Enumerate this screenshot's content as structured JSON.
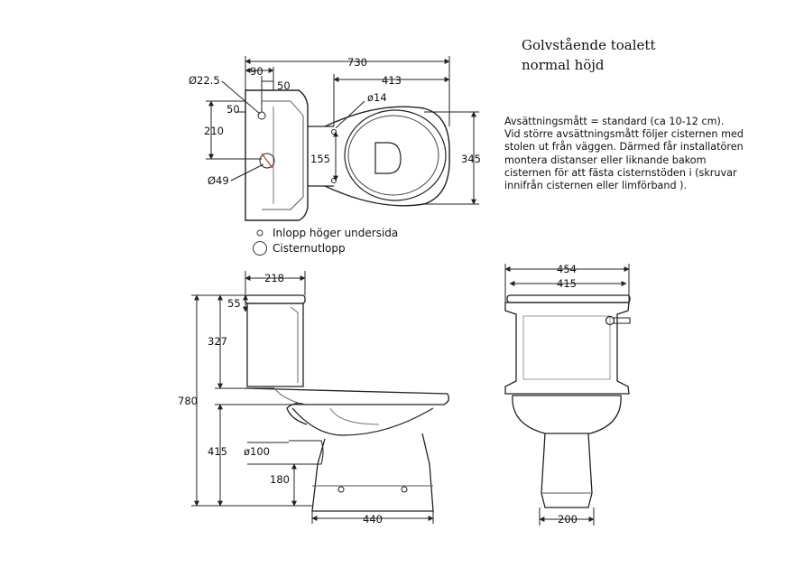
{
  "title": {
    "line1": "Golvstående toalett",
    "line2": "normal höjd"
  },
  "note": {
    "lines": [
      "Avsättningsmått = standard (ca 10-12 cm).",
      "Vid större avsättningsmått följer cisternen med",
      "stolen ut från väggen. Därmed får installatören",
      "montera distanser eller liknande bakom",
      "cisternen för att fästa cisternstöden i (skruvar",
      "innifrån cisternen eller limförband )."
    ]
  },
  "legend": {
    "inlet": "Inlopp höger undersida",
    "outlet": "Cisternutlopp"
  },
  "dimensions": {
    "top_view": {
      "overall_length": "730",
      "tank_depth": "90",
      "tank_offset": "50",
      "inlet_from_wall": "50",
      "bowl_length": "413",
      "inlet_diameter": "Ø22.5",
      "bolt_diameter": "ø14",
      "outlet_height": "210",
      "bolt_spacing": "155",
      "outlet_diameter": "Ø49",
      "overall_width": "345"
    },
    "side_view": {
      "tank_depth": "218",
      "lid_height": "55",
      "tank_height": "327",
      "overall_height": "780",
      "seat_height": "415",
      "outlet_diameter": "ø100",
      "outlet_height": "180",
      "base_length": "440"
    },
    "front_view": {
      "lid_width": "454",
      "tank_width": "415",
      "base_width": "200"
    }
  },
  "colors": {
    "line": "#222222",
    "shade": "#9a9a9a",
    "inlet_mark": "#c0392b"
  }
}
